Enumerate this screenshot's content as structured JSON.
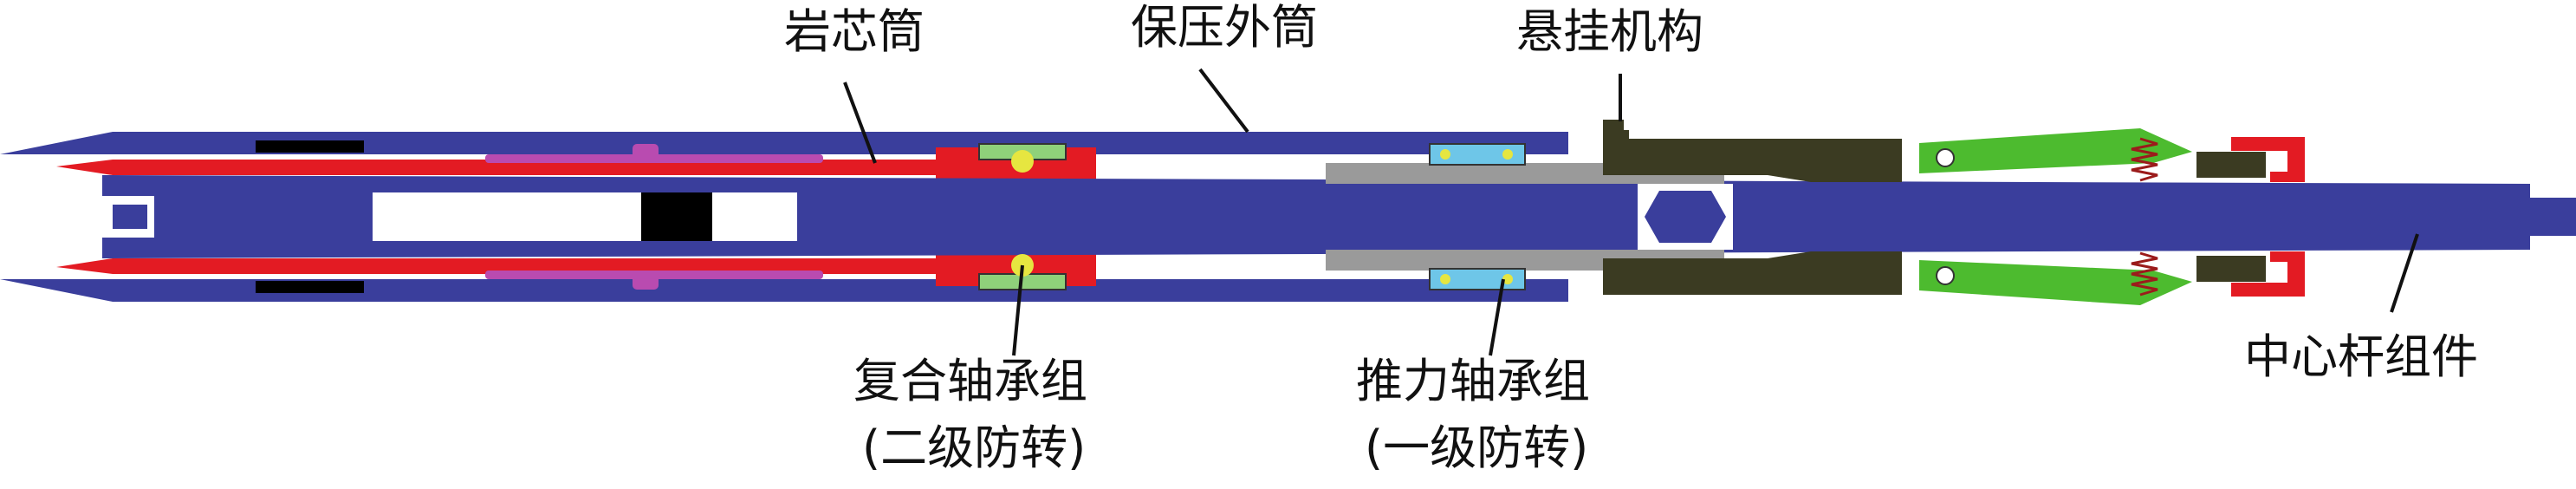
{
  "labels": {
    "core_barrel": "岩芯筒",
    "pressure_outer_barrel": "保压外筒",
    "suspension_mechanism": "悬挂机构",
    "composite_bearing_group": "复合轴承组",
    "composite_bearing_note": "(二级防转)",
    "thrust_bearing_group": "推力轴承组",
    "thrust_bearing_note": "(一级防转)",
    "center_rod_assembly": "中心杆组件"
  },
  "colors": {
    "outer_barrel": "#3a3e9c",
    "core_barrel": "#e31b23",
    "center_rod": "#3a3e9c",
    "suspension": "#3b3b22",
    "pawl": "#4dbb2f",
    "spring": "#9b1b1b",
    "cap": "#e31b23",
    "sleeve": "#9a9a9a",
    "bearing_ring": "#6ec6e8",
    "bearing_ball": "#e6e640",
    "seal": "#b94bb0",
    "block": "#000000"
  }
}
